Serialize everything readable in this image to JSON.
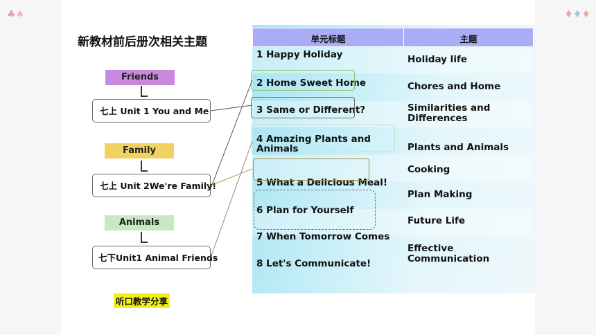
{
  "title": "新教材前后册次相关主题",
  "groups": [
    {
      "label": "Friends",
      "unit": "七上 Unit  1 You and Me"
    },
    {
      "label": "Family",
      "unit": "七上 Unit  2We're Family!"
    },
    {
      "label": "Animals",
      "unit": "七下Unit1  Animal  Friends"
    }
  ],
  "table": {
    "headers": [
      "单元标题",
      "主题"
    ],
    "units": [
      "1  Happy  Holiday",
      "2  Home  Sweet  Home",
      "3  Same  or  Different?",
      "4  Amazing  Plants and Animals",
      "5  What a  Delicious  Meal!",
      "6  Plan  for  Yourself",
      "7  When  Tomorrow  Comes",
      "8   Let's   Communicate!"
    ],
    "themes": [
      "Holiday  life",
      "Chores   and   Home",
      "Similarities and Differences",
      "Plants and Animals",
      "Cooking",
      "Plan  Making",
      "Future  Life",
      "Effective Communication"
    ]
  },
  "footer": "听口教学分享",
  "colors": {
    "friends": "#c889dc",
    "family": "#efd25f",
    "animals": "#c8e7c3",
    "header": "#a9adf6",
    "highlight": "#f3ef1a"
  }
}
